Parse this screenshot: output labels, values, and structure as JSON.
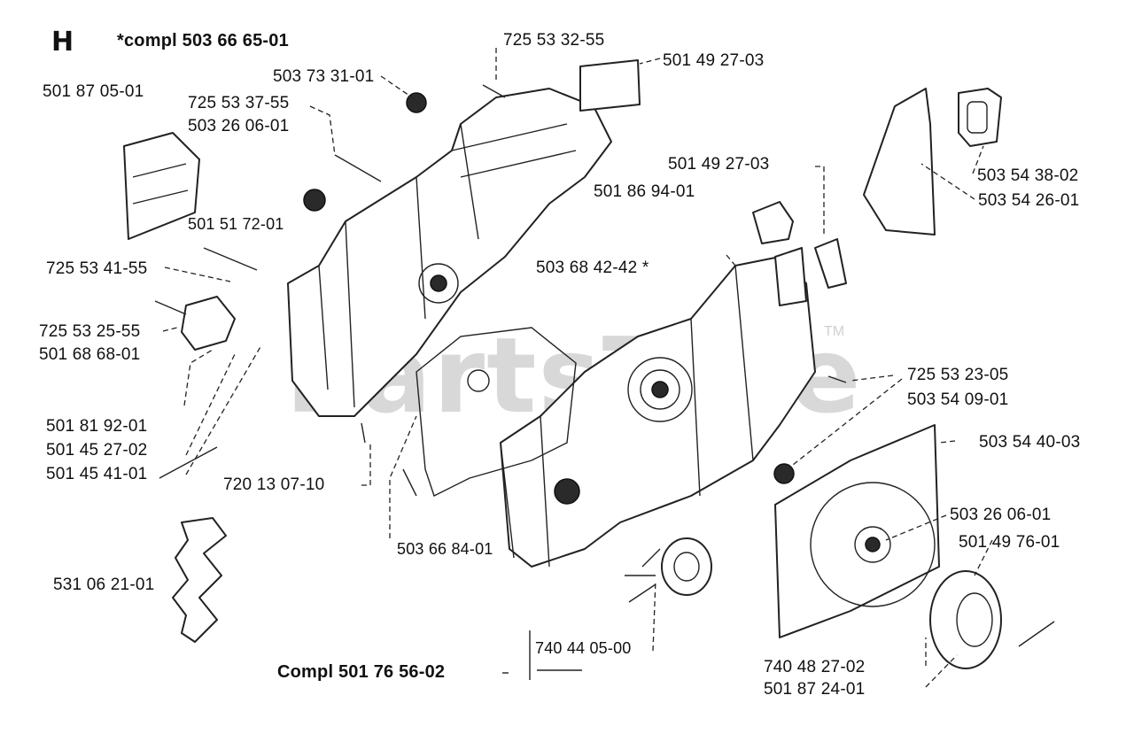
{
  "section_letter": "H",
  "watermark": "PartsTree",
  "trademark": "TM",
  "labels": {
    "compl_top": "*compl 503 66 65-01",
    "p725_53_32_55": "725 53 32-55",
    "p501_49_27_03_a": "501 49 27-03",
    "p503_73_31_01": "503 73 31-01",
    "p501_87_05_01": "501 87 05-01",
    "p725_53_37_55": "725 53 37-55",
    "p503_26_06_01_a": "503 26 06-01",
    "p503_54_38_02": "503 54 38-02",
    "p503_54_26_01": "503 54 26-01",
    "p501_49_27_03_b": "501 49 27-03",
    "p501_86_94_01": "501 86 94-01",
    "p501_51_72_01": "501 51 72-01",
    "p725_53_41_55": "725 53 41-55",
    "p503_68_42_42": "503 68 42-42 *",
    "p725_53_25_55": "725 53 25-55",
    "p501_68_68_01": "501 68 68-01",
    "p725_53_23_05": "725 53 23-05",
    "p503_54_09_01": "503 54 09-01",
    "p501_81_92_01": "501 81 92-01",
    "p503_54_40_03": "503 54 40-03",
    "p501_45_27_02": "501 45 27-02",
    "p501_45_41_01": "501 45 41-01",
    "p720_13_07_10": "720 13 07-10",
    "p503_26_06_01_b": "503 26 06-01",
    "p501_49_76_01": "501 49 76-01",
    "p503_66_84_01": "503 66 84-01",
    "p531_06_21_01": "531 06 21-01",
    "p740_44_05_00": "740 44 05-00",
    "compl_bottom": "Compl 501 76 56-02",
    "p740_48_27_02": "740 48 27-02",
    "p501_87_24_01": "501 87 24-01"
  }
}
